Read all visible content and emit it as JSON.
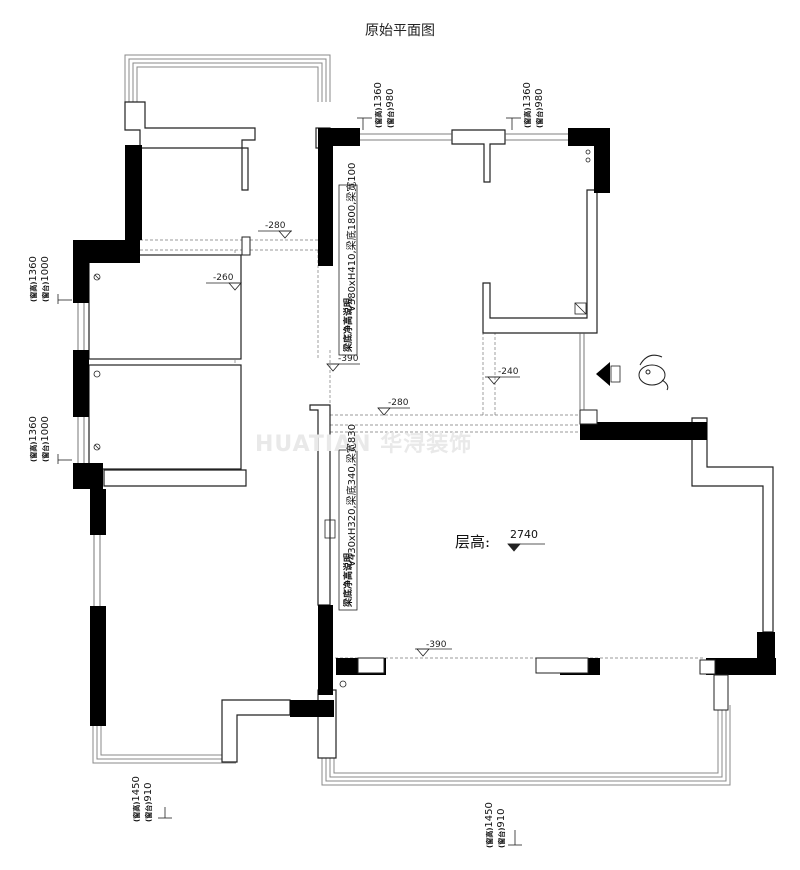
{
  "title": "原始平面图",
  "watermark": "HUATIAN 华浔装饰",
  "ceiling": {
    "label": "层高:",
    "value": "2740"
  },
  "levels": [
    "-280",
    "-260",
    "-390",
    "-240",
    "-280",
    "-390"
  ],
  "window_notes": {
    "top_left": {
      "h": "1360",
      "sill": "980"
    },
    "top_right": {
      "h": "1360",
      "sill": "980"
    },
    "left_upper": {
      "h": "1360",
      "sill": "1000"
    },
    "left_lower": {
      "h": "1360",
      "sill": "1000"
    },
    "bottom_left": {
      "h": "1450",
      "sill": "910"
    },
    "bottom_right": {
      "h": "1450",
      "sill": "910"
    },
    "h_label": "(窗高)",
    "sill_label": "(窗台)"
  },
  "beam_notes": {
    "upper": {
      "prefix": "梁底净高说明",
      "text": "V380xH410,梁底1800,梁宽100"
    },
    "lower": {
      "prefix": "梁底净高说明",
      "text": "V430xH320,梁底340,梁宽830"
    }
  }
}
